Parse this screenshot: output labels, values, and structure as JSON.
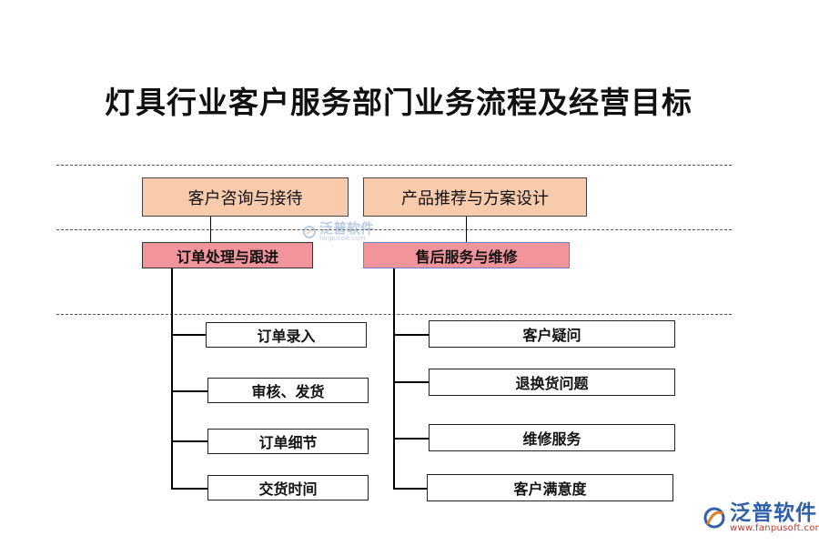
{
  "title": "灯具行业客户服务部门业务流程及经营目标",
  "top_boxes": [
    "客户咨询与接待",
    "产品推荐与方案设计"
  ],
  "mid_boxes": [
    "订单处理与跟进",
    "售后服务与维修"
  ],
  "left_leaves": [
    "订单录入",
    "审核、发货",
    "订单细节",
    "交货时间"
  ],
  "right_leaves": [
    "客户疑问",
    "退换货问题",
    "维修服务",
    "客户满意度"
  ],
  "watermark": {
    "name": "泛普软件",
    "sub": "fanpusoft.com"
  },
  "logo": {
    "name": "泛普软件",
    "url": "www.fanpusoft.com"
  },
  "colors": {
    "top_fill": "#f8cbad",
    "mid_fill": "#f1949c",
    "brand": "#2f5fa8"
  }
}
